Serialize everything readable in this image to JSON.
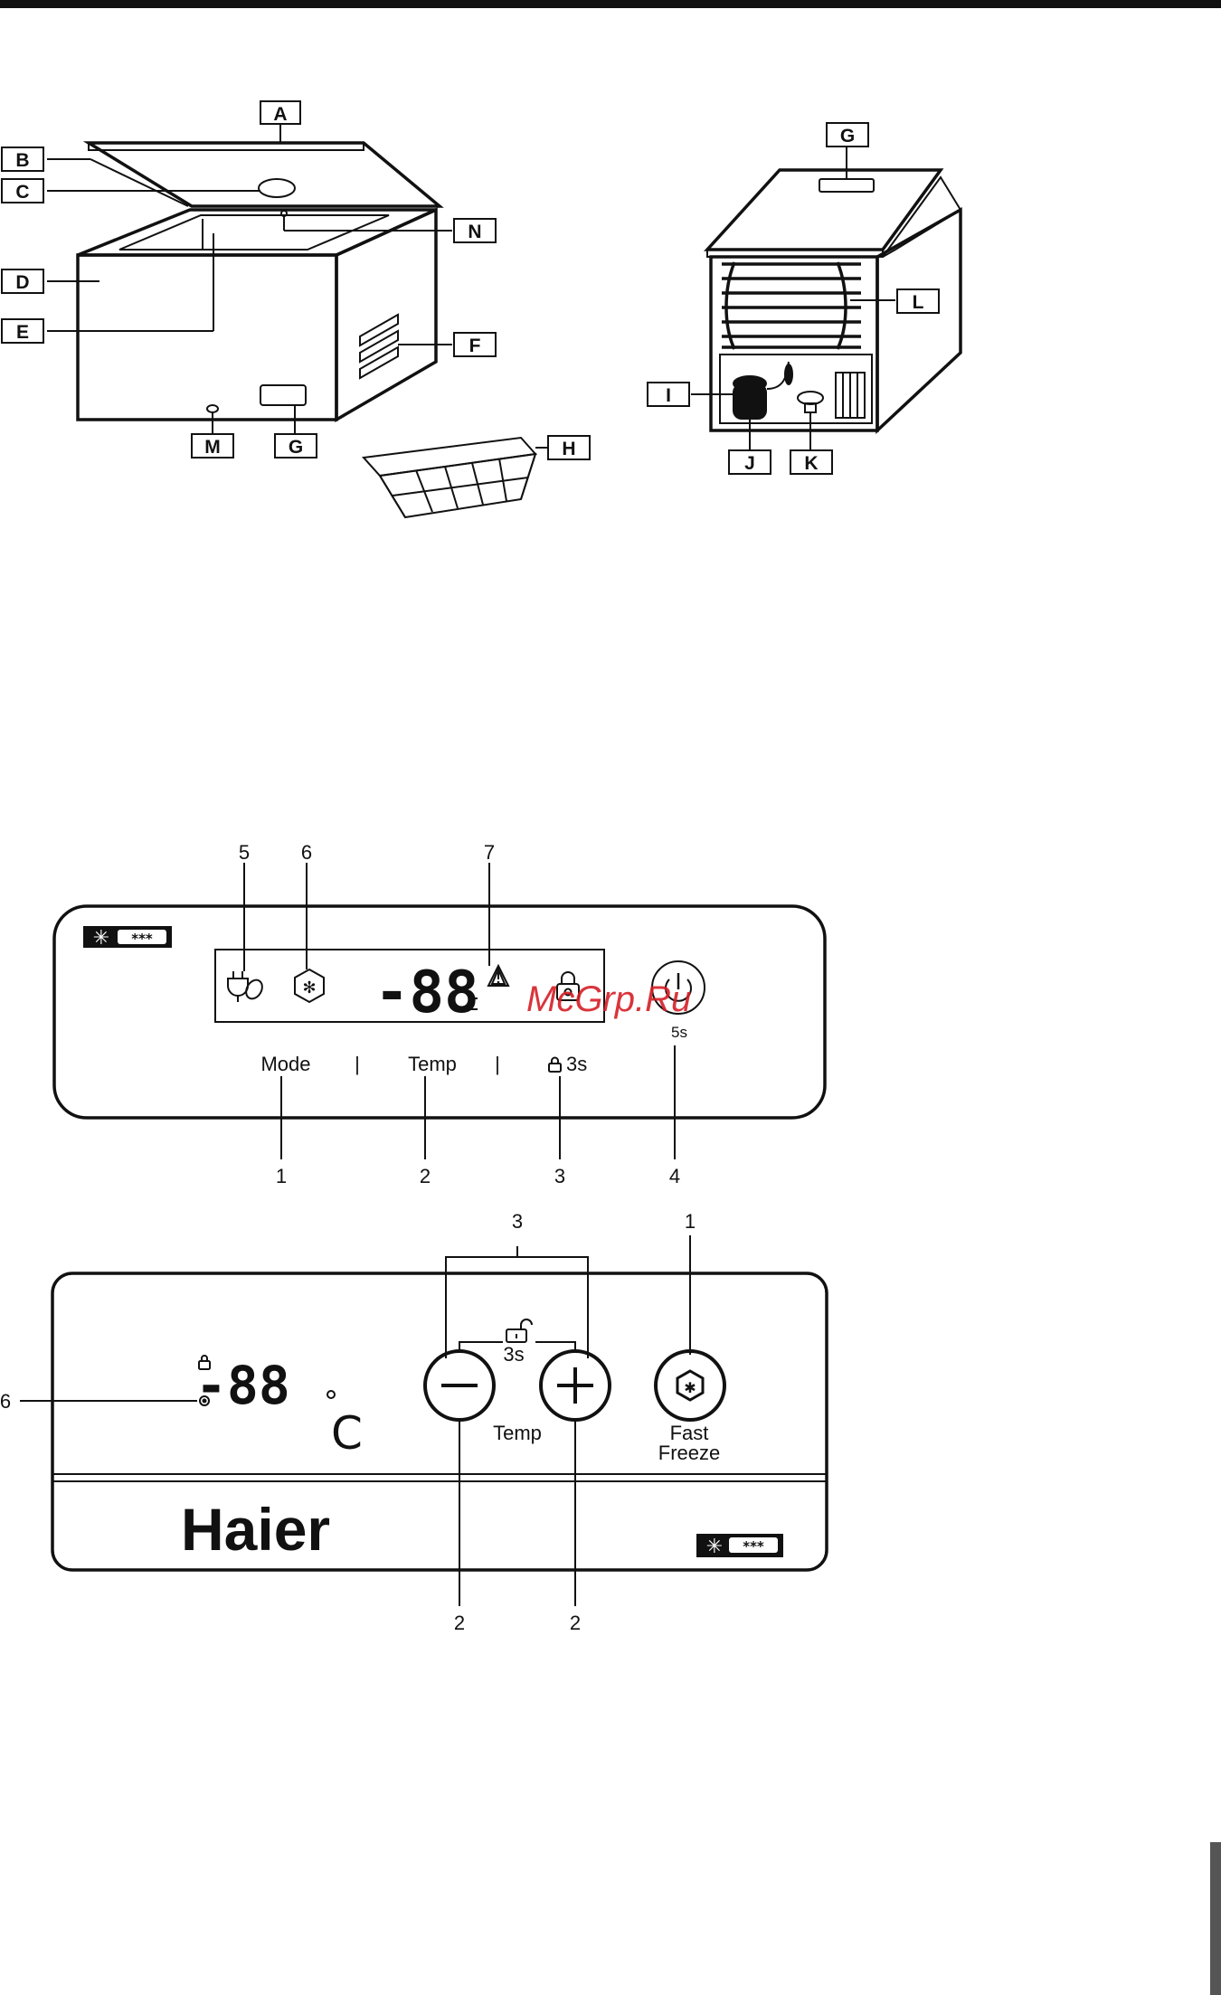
{
  "fig1_labels": {
    "A": "A",
    "B": "B",
    "C": "C",
    "D": "D",
    "E": "E",
    "F": "F",
    "G": "G",
    "H": "H",
    "M": "M",
    "N": "N"
  },
  "fig2_labels": {
    "G": "G",
    "L": "L",
    "I": "I",
    "J": "J",
    "K": "K"
  },
  "panel1": {
    "callouts": [
      "5",
      "6",
      "7",
      "1",
      "2",
      "3",
      "4"
    ],
    "display": "-88",
    "mode_label": "Mode",
    "temp_label": "Temp",
    "lock_label": "3s",
    "separator": "|",
    "power_hold": "5s",
    "rating_stars": "***"
  },
  "panel2": {
    "callouts": [
      "3",
      "1",
      "6",
      "2",
      "2"
    ],
    "display": "-88",
    "degree_unit": "C",
    "lock_label": "3s",
    "temp_label": "Temp",
    "fast_label_1": "Fast",
    "fast_label_2": "Freeze",
    "brand": "Haier",
    "rating_stars": "***"
  },
  "watermark": "McGrp.Ru",
  "colors": {
    "ink": "#111111",
    "watermark": "#d51f26",
    "side_tab": "#555555"
  }
}
